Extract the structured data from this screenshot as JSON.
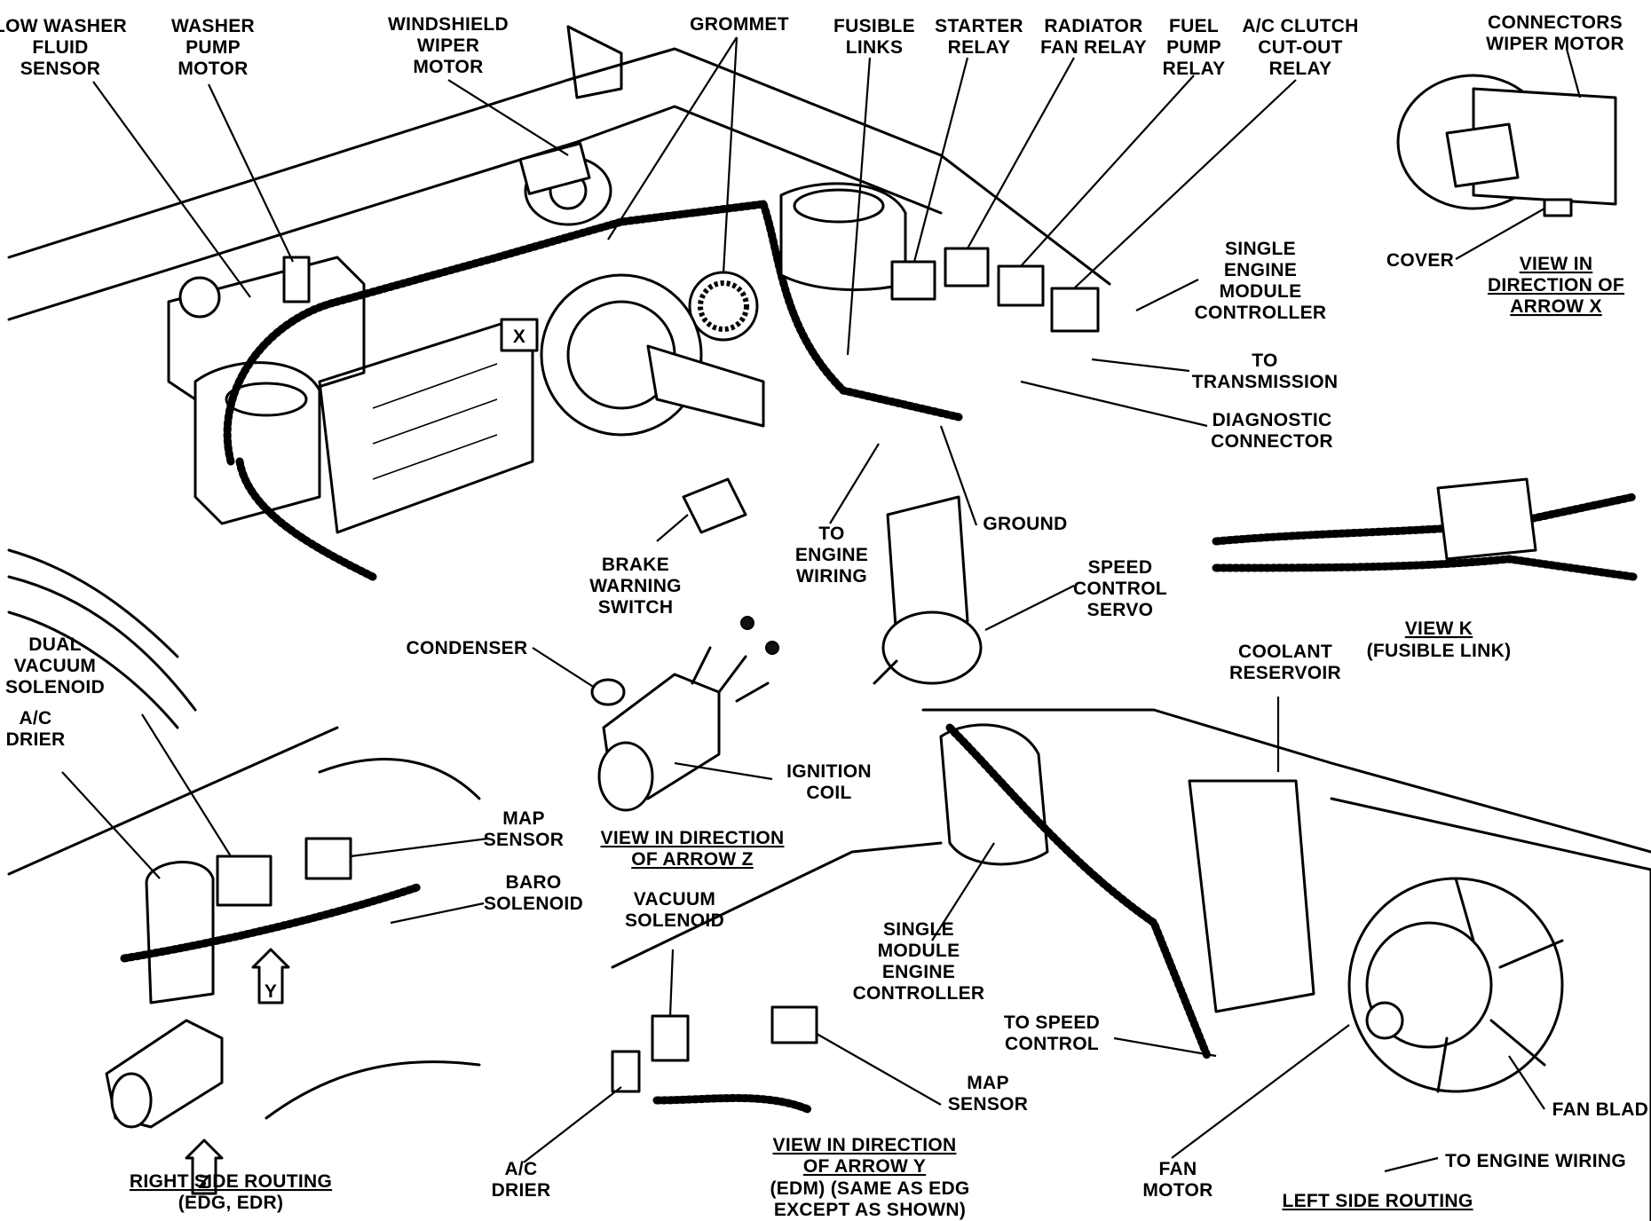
{
  "diagram": {
    "labels": {
      "low_washer_fluid_sensor": [
        "LOW WASHER",
        "FLUID",
        "SENSOR"
      ],
      "washer_pump_motor": [
        "WASHER",
        "PUMP",
        "MOTOR"
      ],
      "windshield_wiper_motor": [
        "WINDSHIELD",
        "WIPER",
        "MOTOR"
      ],
      "grommet": [
        "GROMMET"
      ],
      "fusible_links": [
        "FUSIBLE",
        "LINKS"
      ],
      "starter_relay": [
        "STARTER",
        "RELAY"
      ],
      "radiator_fan_relay": [
        "RADIATOR",
        "FAN RELAY"
      ],
      "fuel_pump_relay": [
        "FUEL",
        "PUMP",
        "RELAY"
      ],
      "ac_clutch_cutout_relay": [
        "A/C CLUTCH",
        "CUT-OUT",
        "RELAY"
      ],
      "connectors_wiper_motor": [
        "CONNECTORS",
        "WIPER MOTOR"
      ],
      "cover": [
        "COVER"
      ],
      "view_arrow_x": [
        "VIEW IN",
        "DIRECTION OF",
        "ARROW X"
      ],
      "single_engine_module_controller": [
        "SINGLE",
        "ENGINE",
        "MODULE",
        "CONTROLLER"
      ],
      "to_transmission": [
        "TO",
        "TRANSMISSION"
      ],
      "diagnostic_connector": [
        "DIAGNOSTIC",
        "CONNECTOR"
      ],
      "ground": [
        "GROUND"
      ],
      "to_engine_wiring_top": [
        "TO",
        "ENGINE",
        "WIRING"
      ],
      "brake_warning_switch": [
        "BRAKE",
        "WARNING",
        "SWITCH"
      ],
      "speed_control_servo": [
        "SPEED",
        "CONTROL",
        "SERVO"
      ],
      "view_k": [
        "VIEW K"
      ],
      "view_k_sub": [
        "(FUSIBLE LINK)"
      ],
      "condenser": [
        "CONDENSER"
      ],
      "dual_vacuum_solenoid": [
        "DUAL",
        "VACUUM",
        "SOLENOID"
      ],
      "ac_drier_left": [
        "A/C",
        "DRIER"
      ],
      "ignition_coil": [
        "IGNITION",
        "COIL"
      ],
      "view_arrow_z": [
        "VIEW IN DIRECTION",
        "OF ARROW Z"
      ],
      "coolant_reservoir": [
        "COOLANT",
        "RESERVOIR"
      ],
      "map_sensor_left": [
        "MAP",
        "SENSOR"
      ],
      "baro_solenoid": [
        "BARO",
        "SOLENOID"
      ],
      "vacuum_solenoid": [
        "VACUUM",
        "SOLENOID"
      ],
      "single_module_engine_controller": [
        "SINGLE",
        "MODULE",
        "ENGINE",
        "CONTROLLER"
      ],
      "to_speed_control": [
        "TO SPEED",
        "CONTROL"
      ],
      "map_sensor_bottom": [
        "MAP",
        "SENSOR"
      ],
      "fan_blade": [
        "FAN BLADE"
      ],
      "to_engine_wiring_bottom": [
        "TO ENGINE WIRING"
      ],
      "fan_motor": [
        "FAN",
        "MOTOR"
      ],
      "ac_drier_bottom": [
        "A/C",
        "DRIER"
      ],
      "view_arrow_y": [
        "VIEW IN DIRECTION",
        "OF ARROW Y"
      ],
      "view_arrow_y_note": [
        "(EDM) (SAME AS EDG",
        "EXCEPT AS SHOWN)"
      ],
      "right_side_routing": [
        "RIGHT SIDE ROUTING"
      ],
      "right_side_routing_sub": [
        "(EDG, EDR)"
      ],
      "left_side_routing": [
        "LEFT SIDE ROUTING"
      ]
    },
    "arrow_markers": {
      "x": "X",
      "y": "Y",
      "z": "Z"
    },
    "stroke_color": "#000000",
    "background_color": "#ffffff"
  }
}
